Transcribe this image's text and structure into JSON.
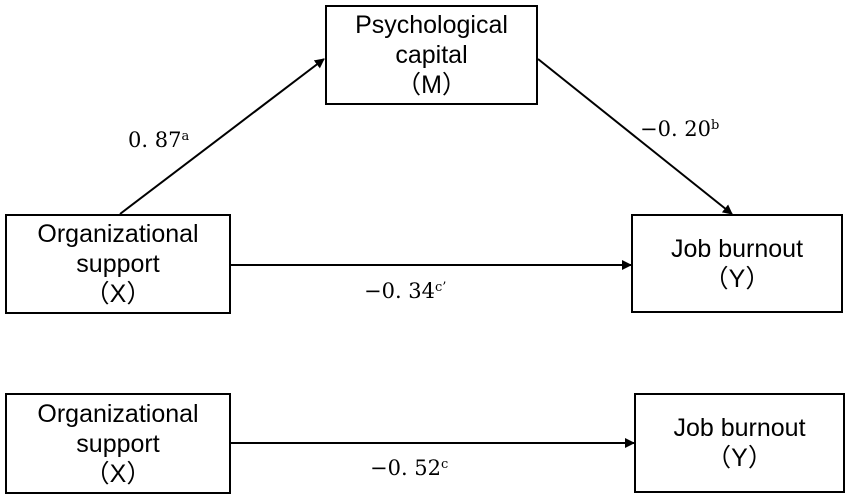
{
  "colors": {
    "stroke": "#000000",
    "background": "#ffffff"
  },
  "model1": {
    "mediator": {
      "line1": "Psychological",
      "line2": "capital",
      "line3": "（M）"
    },
    "predictor": {
      "line1": "Organizational",
      "line2": "support",
      "line3": "（X）"
    },
    "outcome": {
      "line1": "Job burnout",
      "line2": "（Y）"
    },
    "path_a": {
      "value": "0. 87",
      "sup": "a"
    },
    "path_b": {
      "value": "−0. 20",
      "sup": "b"
    },
    "path_c_prime": {
      "value": "−0. 34",
      "sup": "c’"
    }
  },
  "model2": {
    "predictor": {
      "line1": "Organizational",
      "line2": "support",
      "line3": "（X）"
    },
    "outcome": {
      "line1": "Job burnout",
      "line2": "（Y）"
    },
    "path_c": {
      "value": "−0. 52",
      "sup": "c"
    }
  }
}
